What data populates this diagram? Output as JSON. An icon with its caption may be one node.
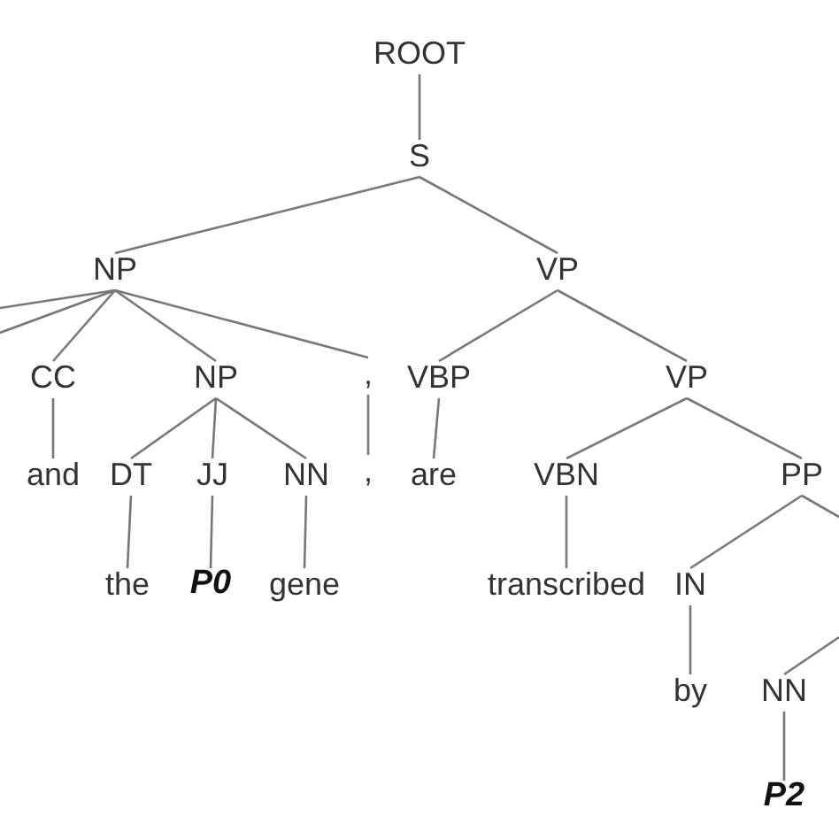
{
  "diagram": {
    "nodes": [
      {
        "text": [
          "ROOT"
        ]
      },
      {
        "text": [
          "S"
        ]
      },
      {
        "text": [
          "NP"
        ]
      },
      {
        "text": [
          "VP"
        ]
      },
      {
        "text": [
          "CC"
        ]
      },
      {
        "text": [
          "NP"
        ]
      },
      {
        "text": [
          ","
        ]
      },
      {
        "text": [
          "VBP"
        ]
      },
      {
        "text": [
          "VP"
        ]
      },
      {
        "text": [
          "and"
        ]
      },
      {
        "text": [
          "DT"
        ]
      },
      {
        "text": [
          "JJ"
        ]
      },
      {
        "text": [
          "NN"
        ]
      },
      {
        "text": [
          ","
        ]
      },
      {
        "text": [
          "are"
        ]
      },
      {
        "text": [
          "VBN"
        ]
      },
      {
        "text": [
          "PP"
        ]
      },
      {
        "text": [
          "the"
        ]
      },
      {
        "text": [
          "P0"
        ]
      },
      {
        "text": [
          "gene"
        ]
      },
      {
        "text": [
          "transcribed"
        ]
      },
      {
        "text": [
          "IN"
        ]
      },
      {
        "text": [
          "by"
        ]
      },
      {
        "text": [
          "NN"
        ]
      },
      {
        "text": [
          "P2"
        ]
      }
    ],
    "edges": [
      {
        "from": 0,
        "to": 1,
        "arrow": "none"
      },
      {
        "from": 1,
        "to": 2,
        "arrow": "none"
      },
      {
        "from": 1,
        "to": 3,
        "arrow": "none"
      },
      {
        "from": 2,
        "to": null,
        "arrow": "none"
      },
      {
        "from": 2,
        "to": null,
        "arrow": "none"
      },
      {
        "from": 2,
        "to": 4,
        "arrow": "none"
      },
      {
        "from": 2,
        "to": 5,
        "arrow": "none"
      },
      {
        "from": 2,
        "to": 6,
        "arrow": "none"
      },
      {
        "from": 3,
        "to": 7,
        "arrow": "none"
      },
      {
        "from": 3,
        "to": 8,
        "arrow": "none"
      },
      {
        "from": 4,
        "to": 9,
        "arrow": "none"
      },
      {
        "from": 5,
        "to": 10,
        "arrow": "none"
      },
      {
        "from": 5,
        "to": 11,
        "arrow": "none"
      },
      {
        "from": 5,
        "to": 12,
        "arrow": "none"
      },
      {
        "from": 6,
        "to": 13,
        "arrow": "none"
      },
      {
        "from": 7,
        "to": 14,
        "arrow": "none"
      },
      {
        "from": 8,
        "to": 15,
        "arrow": "none"
      },
      {
        "from": 8,
        "to": 16,
        "arrow": "none"
      },
      {
        "from": 10,
        "to": 17,
        "arrow": "none"
      },
      {
        "from": 11,
        "to": 18,
        "arrow": "none"
      },
      {
        "from": 12,
        "to": 19,
        "arrow": "none"
      },
      {
        "from": 15,
        "to": 20,
        "arrow": "none"
      },
      {
        "from": 16,
        "to": 21,
        "arrow": "none"
      },
      {
        "from": 16,
        "to": null,
        "arrow": "none"
      },
      {
        "from": 21,
        "to": 22,
        "arrow": "none"
      },
      {
        "from": null,
        "to": 23,
        "arrow": "none"
      },
      {
        "from": 23,
        "to": 24,
        "arrow": "none"
      }
    ]
  }
}
